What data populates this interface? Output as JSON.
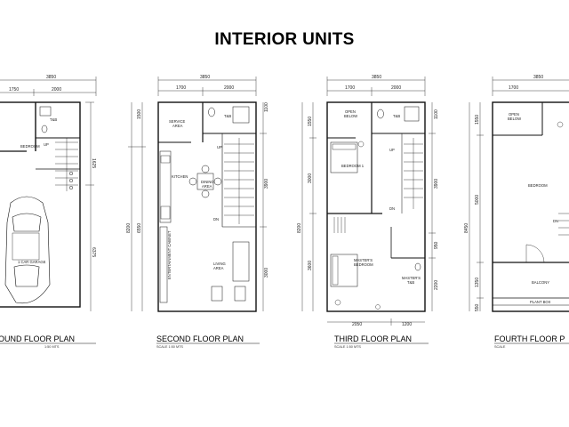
{
  "page_title": "INTERIOR UNITS",
  "ground": {
    "title": "OUND FLOOR PLAN",
    "scale": "1:50 MTS",
    "dims": {
      "total": "3850",
      "a": "1750",
      "b": "2000",
      "v1": "1625",
      "v2": "6375"
    },
    "rooms": {
      "bedroom": "BEDROOM",
      "tb": "T&B",
      "up": "UP",
      "garage": "1 CAR GARAGE"
    }
  },
  "second": {
    "title": "SECOND FLOOR PLAN",
    "scale": "SCALE      1:50 MTS",
    "dims": {
      "total": "3850",
      "a": "1700",
      "b": "2000",
      "h1": "1500",
      "h2": "8200",
      "h3": "6550",
      "r1": "1100",
      "r2": "3900",
      "r3": "3000"
    },
    "rooms": {
      "service": "SERVICE",
      "area": "AREA",
      "tb": "T&B",
      "up": "UP",
      "kitchen": "KITCHEN",
      "dining": "DINING",
      "dining_area": "AREA",
      "dn": "DN",
      "ent": "ENTERTAINMENT CABINET",
      "living": "LIVING",
      "living_area": "AREA"
    }
  },
  "third": {
    "title": "THIRD FLOOR PLAN",
    "scale": "SCALE      1:50 MTS",
    "dims": {
      "total": "3850",
      "a": "1700",
      "b": "2000",
      "h1": "1550",
      "h2": "3000",
      "h3": "8200",
      "h4": "3600",
      "r1": "1100",
      "r2": "3900",
      "r3": "950",
      "r4": "2200",
      "bot1": "2050",
      "bot2": "1200"
    },
    "rooms": {
      "open": "OPEN",
      "below": "BELOW",
      "tb": "T&B",
      "up": "UP",
      "bedroom1": "BEDROOM 1",
      "dn": "DN",
      "masters": "MASTER'S",
      "masters_bedroom": "BEDROOM",
      "masters_tb": "MASTER'S",
      "masters_tb2": "T&B"
    }
  },
  "fourth": {
    "title": "FOURTH FLOOR P",
    "scale": "SCALE",
    "dims": {
      "total": "3850",
      "a": "1700",
      "h1": "1550",
      "h2": "8450",
      "h3": "5000",
      "h4": "1350",
      "h5": "550"
    },
    "rooms": {
      "open": "OPEN",
      "below": "BELOW",
      "bedroom": "BEDROOM",
      "dn": "DN",
      "balcony": "BALCONY",
      "plantbox": "PLANT BOX"
    }
  }
}
